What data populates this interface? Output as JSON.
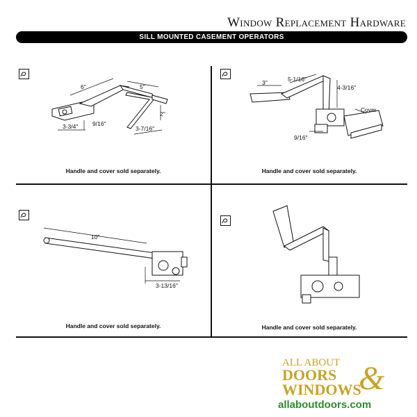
{
  "header": {
    "title": "Window Replacement Hardware"
  },
  "section": {
    "title": "SILL MOUNTED CASEMENT OPERATORS"
  },
  "panels": [
    {
      "caption": "Handle and cover sold separately.",
      "dimensions": [
        "6\"",
        "5\"",
        "3-3/4\"",
        "9/16\"",
        "3-7/16\"",
        "2\""
      ]
    },
    {
      "caption": "Handle and cover sold separately.",
      "dimensions": [
        "3\"",
        "5-1/16\"",
        "4-3/16\"",
        "Cover",
        "9/16\""
      ]
    },
    {
      "caption": "Handle and cover sold separately.",
      "dimensions": [
        "10\"",
        "3-13/16\""
      ]
    },
    {
      "caption": "Handle and cover sold separately.",
      "dimensions": []
    }
  ],
  "brand": {
    "line1": "ALL ABOUT",
    "line2": "DOORS",
    "ampersand": "&",
    "line3": "WINDOWS",
    "url": "allaboutdoors.com",
    "colors": {
      "gold": "#c9a227",
      "green": "#2e8a2e"
    }
  }
}
